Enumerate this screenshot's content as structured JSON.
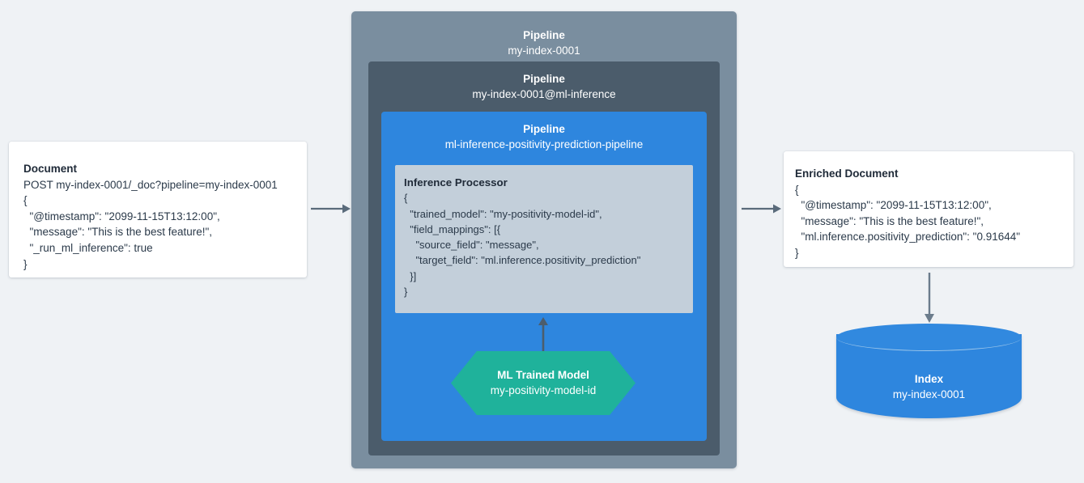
{
  "colors": {
    "background": "#eff2f5",
    "pipeline_outer": "#7a8e9f",
    "pipeline_mid": "#4b5c6b",
    "pipeline_inner": "#2e86de",
    "processor_fill": "#c3cfda",
    "model_hexagon": "#1fb29b",
    "index_cylinder": "#2e86de",
    "arrow": "#5a6b7b",
    "card_background": "#ffffff",
    "text_dark": "#2b3a4a",
    "text_light": "#ffffff"
  },
  "document": {
    "title": "Document",
    "lines": [
      "POST my-index-0001/_doc?pipeline=my-index-0001",
      "{",
      "  \"@timestamp\": \"2099-11-15T13:12:00\",",
      "  \"message\": \"This is the best feature!\",",
      "  \"_run_ml_inference\": true",
      "}"
    ]
  },
  "pipeline_outer": {
    "header": "Pipeline",
    "name": "my-index-0001"
  },
  "pipeline_mid": {
    "header": "Pipeline",
    "name": "my-index-0001@ml-inference"
  },
  "pipeline_inner": {
    "header": "Pipeline",
    "name": "ml-inference-positivity-prediction-pipeline"
  },
  "processor": {
    "title": "Inference Processor",
    "lines": [
      "{",
      "  \"trained_model\": \"my-positivity-model-id\",",
      "  \"field_mappings\": [{",
      "    \"source_field\": \"message\",",
      "    \"target_field\": \"ml.inference.positivity_prediction\"",
      "  }]",
      "}"
    ]
  },
  "trained_model": {
    "header": "ML Trained Model",
    "name": "my-positivity-model-id"
  },
  "enriched_document": {
    "title": "Enriched Document",
    "lines": [
      "{",
      "  \"@timestamp\": \"2099-11-15T13:12:00\",",
      "  \"message\": \"This is the best feature!\",",
      "  \"ml.inference.positivity_prediction\": \"0.91644\"",
      "}"
    ]
  },
  "index": {
    "header": "Index",
    "name": "my-index-0001"
  },
  "arrows": [
    {
      "id": "doc-to-pipeline",
      "direction": "right"
    },
    {
      "id": "pipeline-to-enriched",
      "direction": "right"
    },
    {
      "id": "model-to-processor",
      "direction": "up"
    },
    {
      "id": "enriched-to-index",
      "direction": "down"
    }
  ]
}
